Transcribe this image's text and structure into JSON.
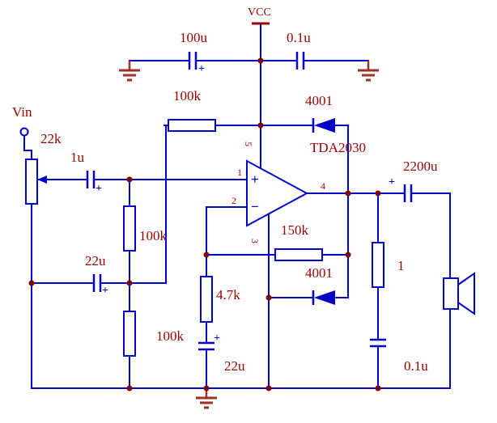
{
  "schematic": {
    "power_label": "VCC",
    "input_label": "Vin",
    "ic_label": "TDA2030",
    "pins": {
      "p1": "1",
      "p2": "2",
      "p3": "3",
      "p4": "4",
      "p5": "5"
    },
    "opamp": {
      "plus": "+",
      "minus": "−"
    },
    "polarity_mark": "+",
    "components": {
      "supply_cap_electrolytic": "100u",
      "supply_cap_ceramic": "0.1u",
      "bias_resistor_top": "100k",
      "diode_top": "4001",
      "volume_pot": "22k",
      "input_cap": "1u",
      "bias_resistor_mid": "100k",
      "bias_bypass_cap": "22u",
      "feedback_resistor": "150k",
      "diode_bottom": "4001",
      "gain_resistor": "4.7k",
      "bias_resistor_bottom": "100k",
      "gain_cap": "22u",
      "output_cap": "2200u",
      "zobel_resistor": "1",
      "zobel_cap": "0.1u"
    },
    "colors": {
      "wire": "#0000CC",
      "label": "#990000",
      "junction": "#7D0000",
      "ground": "#993326"
    }
  }
}
